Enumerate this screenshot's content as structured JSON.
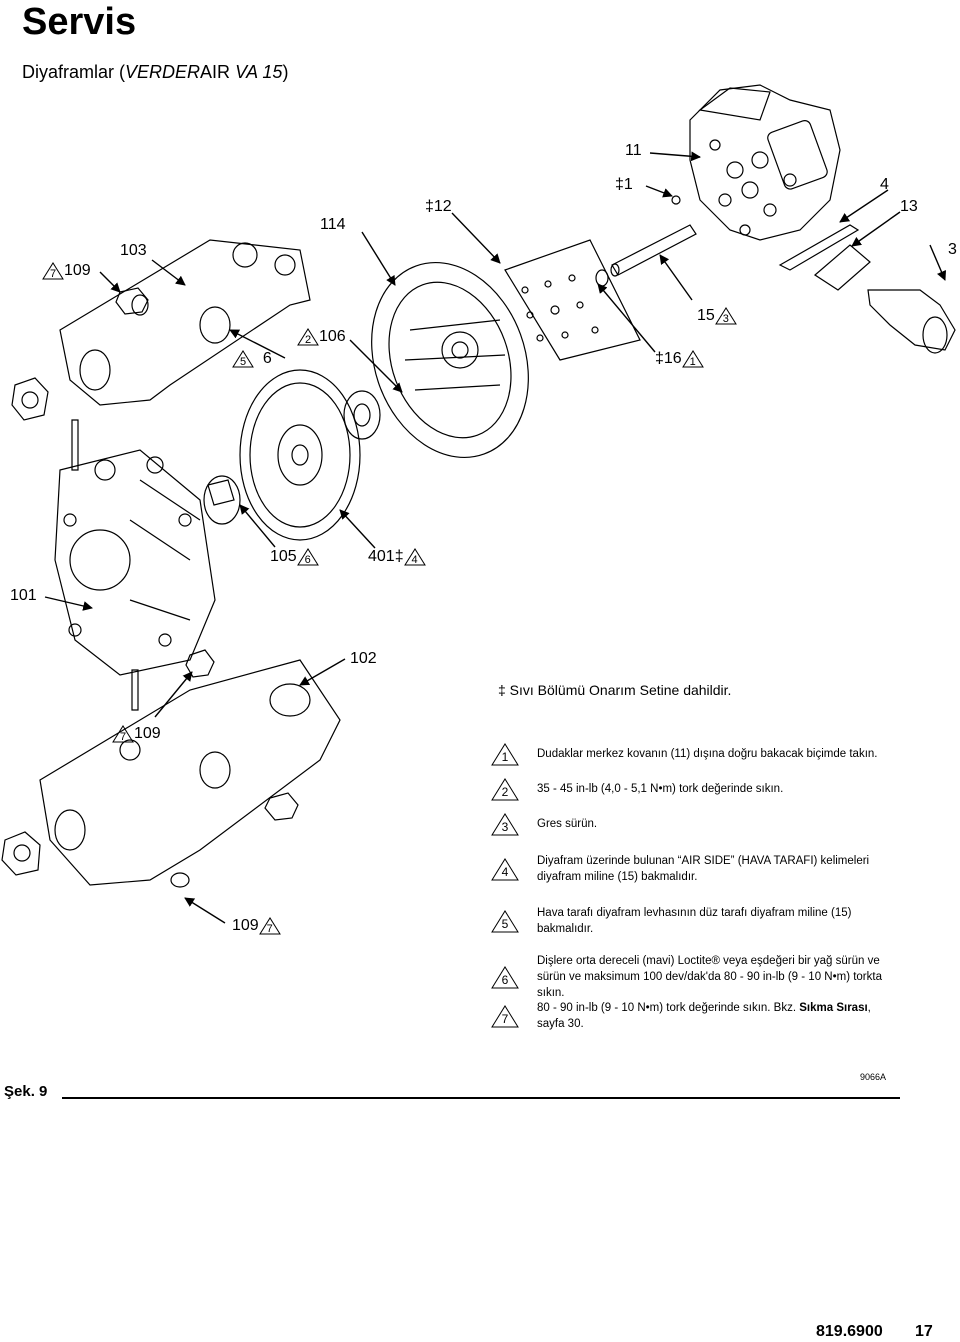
{
  "header": {
    "title": "Servis",
    "subtitle_prefix": "Diyaframlar (",
    "subtitle_brand_a": "VERDER",
    "subtitle_brand_b": "AIR",
    "subtitle_model": "VA 15",
    "subtitle_suffix": ")"
  },
  "callouts": {
    "c11": "11",
    "c1": "‡1",
    "c4a": "4",
    "c13": "13",
    "c3": "3",
    "c12": "‡12",
    "c114": "114",
    "c103": "103",
    "c109a_num": "109",
    "c109a_tri": "7",
    "c15": "15",
    "c15_tri": "3",
    "c16": "‡16",
    "c16_tri": "1",
    "c5_tri": "5",
    "c6": "6",
    "c106_tri": "2",
    "c106": "106",
    "c105": "105",
    "c105_tri": "6",
    "c401": "401‡",
    "c401_tri": "4",
    "c101": "101",
    "c102": "102",
    "c109b_tri": "7",
    "c109b": "109",
    "c109c": "109",
    "c109c_tri": "7"
  },
  "legend": {
    "kit_note": "‡ Sıvı Bölümü Onarım Setine dahildir.",
    "notes": [
      {
        "num": "1",
        "text": "Dudaklar merkez kovanın (11) dışına doğru bakacak biçimde takın."
      },
      {
        "num": "2",
        "text": "35 - 45 in-lb (4,0 - 5,1 N•m) tork değerinde sıkın."
      },
      {
        "num": "3",
        "text": "Gres sürün."
      },
      {
        "num": "4",
        "text": "Diyafram üzerinde bulunan “AIR SIDE” (HAVA TARAFI) kelimeleri diyafram miline (15) bakmalıdır."
      },
      {
        "num": "5",
        "text": "Hava tarafı diyafram levhasının düz tarafı diyafram miline (15) bakmalıdır."
      },
      {
        "num": "6",
        "text": "Dişlere orta dereceli (mavi) Loctite® veya eşdeğeri bir yağ sürün ve sürün ve maksimum 100 dev/dak'da 80 - 90 in-lb (9 - 10 N•m) torkta sıkın."
      },
      {
        "num": "7",
        "text_a": "80 - 90 in-lb (9 - 10 N•m) tork değerinde sıkın. Bkz. ",
        "text_b": "Sıkma Sırası",
        "text_c": ", sayfa 30."
      }
    ]
  },
  "figure": {
    "label": "Şek. 9",
    "code": "9066A"
  },
  "footer": {
    "doc_number": "819.6900",
    "page_number": "17"
  }
}
